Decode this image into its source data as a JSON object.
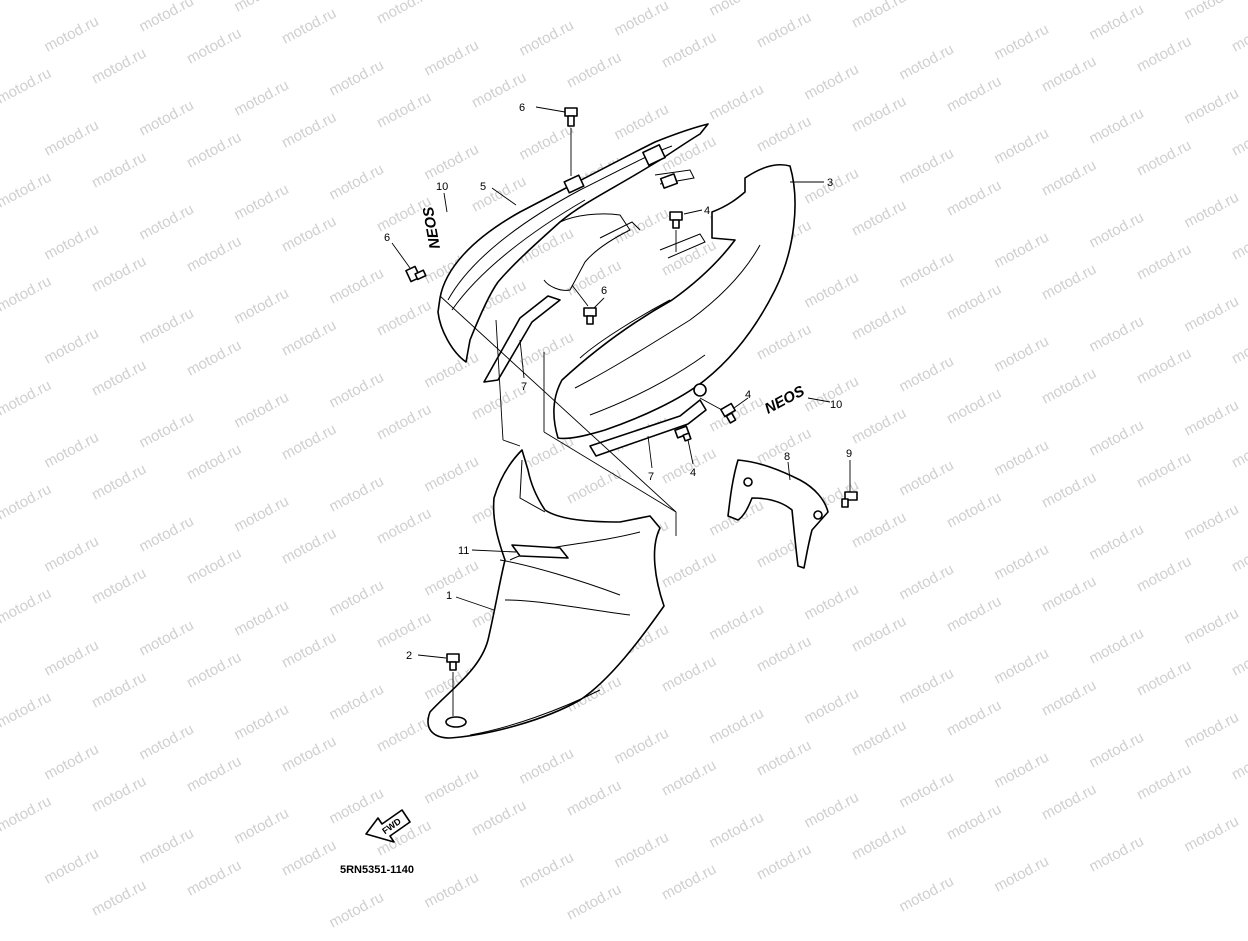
{
  "diagram": {
    "part_code": "5RN5351-1140",
    "direction_label": "FWD",
    "watermark": "motod.ru",
    "emblem_text": "NEOS",
    "callouts": [
      "6",
      "5",
      "10",
      "6",
      "3",
      "4",
      "6",
      "7",
      "4",
      "10",
      "7",
      "4",
      "8",
      "9",
      "11",
      "1",
      "2"
    ]
  }
}
